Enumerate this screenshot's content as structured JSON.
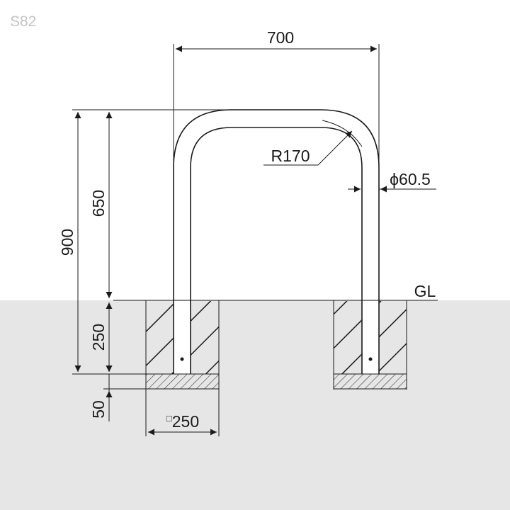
{
  "product_code": "S82",
  "dimensions": {
    "width": "700",
    "total_height": "900",
    "height_above_ground": "650",
    "embed_depth": "250",
    "base_thickness": "50",
    "bend_radius": "R170",
    "pipe_diameter": "ϕ60.5",
    "foundation_size_mark": "□",
    "foundation_size": "250"
  },
  "ground_label": "GL",
  "colors": {
    "ground": "#e6e6e6",
    "line": "#1a1a1a",
    "code_text": "#c4c4c4",
    "background": "#ffffff"
  }
}
